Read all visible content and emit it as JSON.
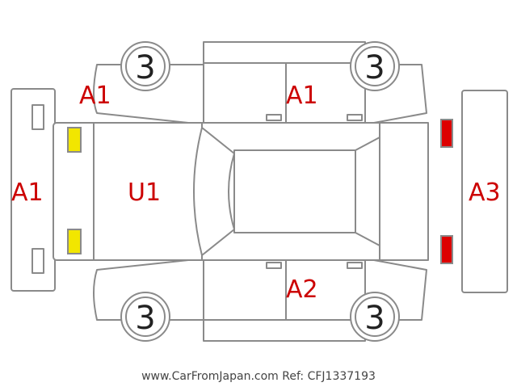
{
  "diagram": {
    "damage_labels": {
      "left_panel": "A1",
      "front_left_fender": "A1",
      "top_side": "A1",
      "hood": "U1",
      "bottom_side": "A2",
      "rear_panel": "A3"
    },
    "tires": {
      "front_left": "3",
      "rear_left": "3",
      "front_right": "3",
      "rear_right": "3"
    },
    "colors": {
      "front_lights": "#f2e600",
      "rear_lights": "#dd0000",
      "damage_text": "#cc0000",
      "outline": "#8a8a8a"
    }
  },
  "footer": {
    "text": "www.CarFromJapan.com Ref: CFJ1337193"
  }
}
